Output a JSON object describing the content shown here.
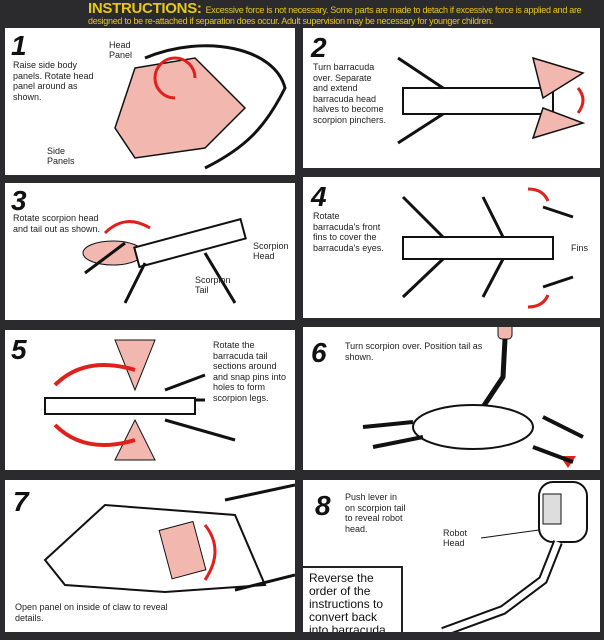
{
  "header": {
    "title": "INSTRUCTIONS:",
    "text": "Excessive force is not necessary. Some parts are made to detach if excessive force is applied and are designed to be re-attached if separation does occur. Adult supervision may be necessary for younger children."
  },
  "steps": [
    {
      "number": "1",
      "text": "Raise side body panels. Rotate head panel around as shown.",
      "labels": [
        "Head Panel",
        "Side Panels"
      ]
    },
    {
      "number": "2",
      "text": "Turn barracuda over. Separate and extend barracuda head halves to become scorpion pinchers.",
      "labels": []
    },
    {
      "number": "3",
      "text": "Rotate scorpion head and tail out as shown.",
      "labels": [
        "Scorpion Head",
        "Scorpion Tail"
      ]
    },
    {
      "number": "4",
      "text": "Rotate barracuda's front fins to cover the barracuda's eyes.",
      "labels": [
        "Fins"
      ]
    },
    {
      "number": "5",
      "text": "Rotate the barracuda tail sections around and snap pins into holes to form scorpion legs.",
      "labels": []
    },
    {
      "number": "6",
      "text": "Turn scorpion over. Position tail as shown.",
      "labels": []
    },
    {
      "number": "7",
      "text": "Open panel on inside of claw to reveal details.",
      "labels": []
    },
    {
      "number": "8",
      "text": "Push lever in on scorpion tail to reveal robot head.",
      "labels": [
        "Robot Head"
      ]
    }
  ],
  "note": "Reverse the order of the instructions to convert back into barracuda.",
  "colors": {
    "accent": "#e0201c",
    "highlight": "#f2b8b0",
    "header": "#e8c81c"
  }
}
